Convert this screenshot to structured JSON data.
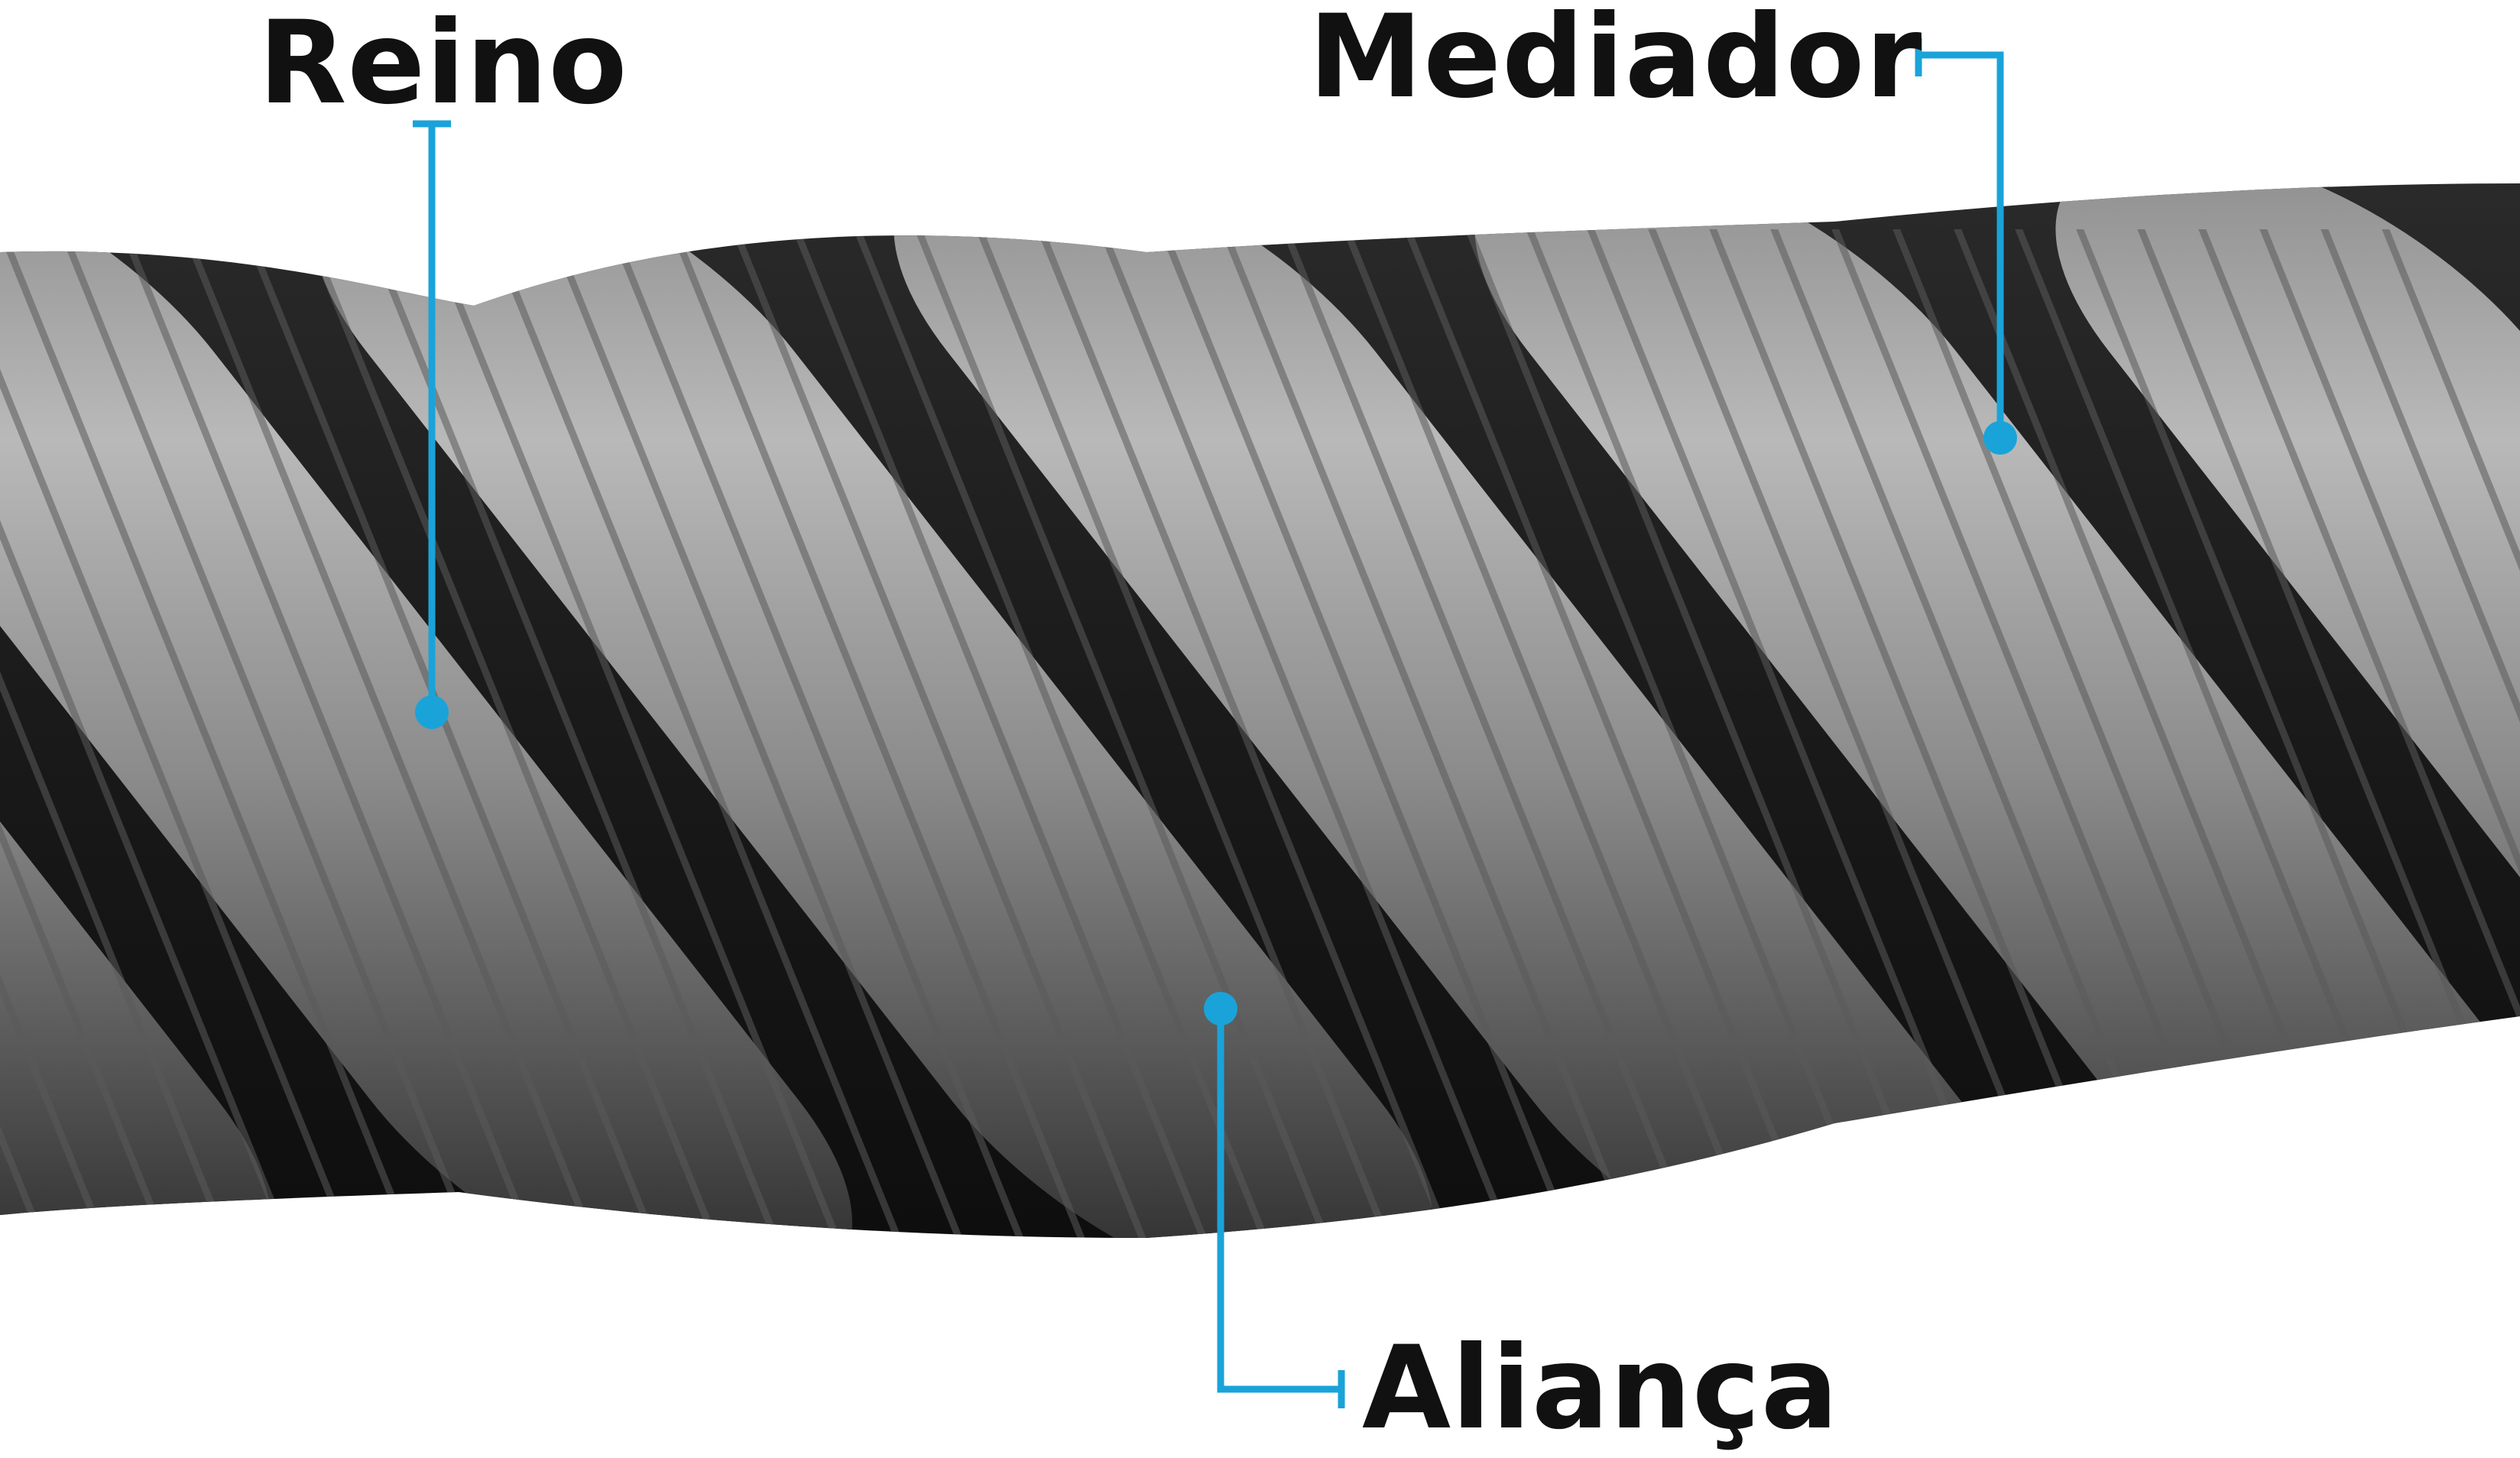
{
  "labels": {
    "reino": "Reino",
    "mediador": "Mediador",
    "alianca": "Aliança"
  },
  "colors": {
    "callout": "#1aa3d9",
    "label_text": "#111111",
    "rope_light": "#bdbdbd",
    "rope_mid": "#8a8a8a",
    "rope_dark": "#3a3a3a",
    "rope_shadow": "#121212"
  }
}
